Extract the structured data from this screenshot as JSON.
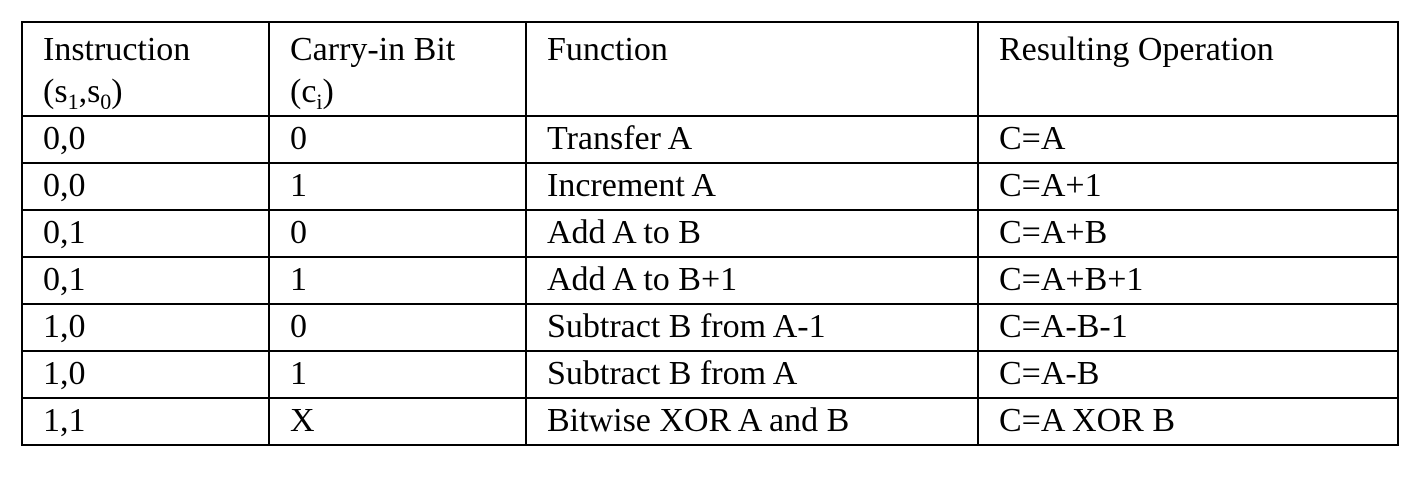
{
  "table": {
    "headers": {
      "instruction": {
        "line1": "Instruction",
        "open": "(s",
        "sub1": "1",
        "mid": ",s",
        "sub2": "0",
        "close": ")"
      },
      "carry": {
        "line1": "Carry-in Bit",
        "open": "(c",
        "sub": "i",
        "close": ")"
      },
      "function": "Function",
      "result": "Resulting Operation"
    },
    "rows": [
      {
        "instruction": "0,0",
        "carry": "0",
        "function": "Transfer A",
        "result": "C=A"
      },
      {
        "instruction": "0,0",
        "carry": "1",
        "function": "Increment A",
        "result": "C=A+1"
      },
      {
        "instruction": "0,1",
        "carry": "0",
        "function": "Add A to B",
        "result": "C=A+B"
      },
      {
        "instruction": "0,1",
        "carry": "1",
        "function": "Add A to B+1",
        "result": "C=A+B+1"
      },
      {
        "instruction": "1,0",
        "carry": "0",
        "function": "Subtract B from A-1",
        "result": "C=A-B-1"
      },
      {
        "instruction": "1,0",
        "carry": "1",
        "function": "Subtract B from A",
        "result": "C=A-B"
      },
      {
        "instruction": "1,1",
        "carry": "X",
        "function": "Bitwise XOR A and B",
        "result": "C=A XOR B"
      }
    ]
  }
}
